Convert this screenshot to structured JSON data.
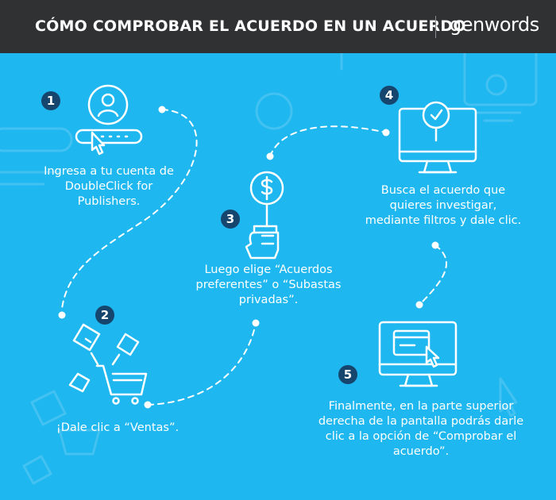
{
  "header": {
    "title": "CÓMO COMPROBAR EL ACUERDO EN UN ACUERDO",
    "logo": "genwords"
  },
  "colors": {
    "background": "#1fb7f0",
    "header_bg": "#303133",
    "badge": "#16466d",
    "text": "#ffffff"
  },
  "steps": [
    {
      "number": "1",
      "icon": "user-login-icon",
      "text": "Ingresa a tu cuenta de DoubleClick for Publishers."
    },
    {
      "number": "2",
      "icon": "shopping-cart-tags-icon",
      "text": "¡Dale clic a “Ventas”."
    },
    {
      "number": "3",
      "icon": "hand-dollar-sign-icon",
      "text": "Luego elige “Acuerdos preferentes” o “Subastas privadas”."
    },
    {
      "number": "4",
      "icon": "monitor-search-icon",
      "text": "Busca el acuerdo que quieres investigar, mediante filtros y dale clic."
    },
    {
      "number": "5",
      "icon": "monitor-click-icon",
      "text": "Finalmente, en la parte superior derecha de la pantalla podrás darle clic a la opción de “Comprobar el acuerdo”."
    }
  ]
}
